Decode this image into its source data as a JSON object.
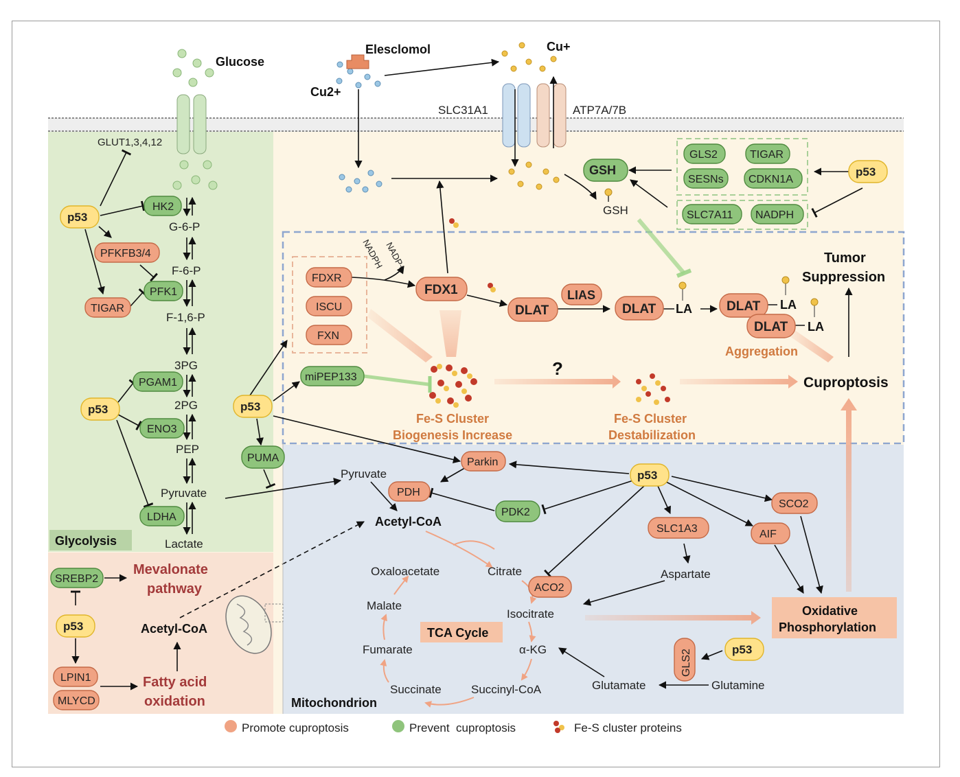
{
  "labels": {
    "glucose": "Glucose",
    "elesclomol": "Elesclomol",
    "cu_plus": "Cu+",
    "cu2_plus": "Cu2+",
    "slc31a1": "SLC31A1",
    "atp7": "ATP7A/7B",
    "glut": "GLUT1,3,4,12",
    "g6p": "G-6-P",
    "f6p": "F-6-P",
    "f16p": "F-1,6-P",
    "pg3": "3PG",
    "pg2": "2PG",
    "pep": "PEP",
    "pyruvate_glyco": "Pyruvate",
    "lactate": "Lactate",
    "glycolysis": "Glycolysis",
    "mevalonate": "Mevalonate pathway",
    "acetyl_coa_left": "Acetyl-CoA",
    "fatty_acid": "Fatty acid oxidation",
    "gsh_small": "GSH",
    "nadph_rot": "NADPH",
    "nadp_rot": "NADP+",
    "la1": "LA",
    "la2": "LA",
    "la3": "LA",
    "tumor_suppression": "Tumor Suppression",
    "aggregation": "Aggregation",
    "question": "?",
    "cuproptosis": "Cuproptosis",
    "fes_increase": "Fe-S Cluster Biogenesis Increase",
    "fes_destab": "Fe-S Cluster Destabilization",
    "pyruvate_mito": "Pyruvate",
    "acetyl_coa_mito": "Acetyl-CoA",
    "oxaloacetate": "Oxaloacetate",
    "citrate": "Citrate",
    "malate": "Malate",
    "isocitrate": "Isocitrate",
    "tca": "TCA Cycle",
    "fumarate": "Fumarate",
    "akg": "α-KG",
    "succinate": "Succinate",
    "succinyl": "Succinyl-CoA",
    "aspartate": "Aspartate",
    "glutamate": "Glutamate",
    "glutamine": "Glutamine",
    "oxphos": "Oxidative Phosphorylation",
    "mitochondrion": "Mitochondrion"
  },
  "nodes": {
    "hk2": "HK2",
    "pfkfb": "PFKFB3/4",
    "pfk1": "PFK1",
    "tigar_left": "TIGAR",
    "pgam1": "PGAM1",
    "eno3": "ENO3",
    "ldha": "LDHA",
    "srebp2": "SREBP2",
    "lpin1": "LPIN1",
    "mlycd": "MLYCD",
    "gsh": "GSH",
    "gls2": "GLS2",
    "tigar_right": "TIGAR",
    "sesns": "SESNs",
    "cdkn1a": "CDKN1A",
    "slc7a11": "SLC7A11",
    "nadph": "NADPH",
    "fdxr": "FDXR",
    "iscu": "ISCU",
    "fxn": "FXN",
    "fdx1": "FDX1",
    "dlat1": "DLAT",
    "lias": "LIAS",
    "dlat2": "DLAT",
    "dlat3": "DLAT",
    "dlat4": "DLAT",
    "mipep": "miPEP133",
    "puma": "PUMA",
    "parkin": "Parkin",
    "pdh": "PDH",
    "pdk2": "PDK2",
    "slc1a3": "SLC1A3",
    "sco2": "SCO2",
    "aif": "AIF",
    "aco2": "ACO2",
    "gls2_vert": "GLS2",
    "p53_a": "p53",
    "p53_b": "p53",
    "p53_c": "p53",
    "p53_d": "p53",
    "p53_e": "p53",
    "p53_f": "p53",
    "p53_g": "p53"
  },
  "legend": {
    "promote": "Promote cuproptosis",
    "prevent": "Prevent  cuproptosis",
    "fes": "Fe-S cluster proteins"
  },
  "colors": {
    "promote": "#f0a383",
    "prevent": "#8fc47c",
    "p53": "#ffe28a",
    "glycolysis_bg": "#dfeccf",
    "cell_bg": "#fdf5e4",
    "mito_bg": "#dfe6ef"
  }
}
